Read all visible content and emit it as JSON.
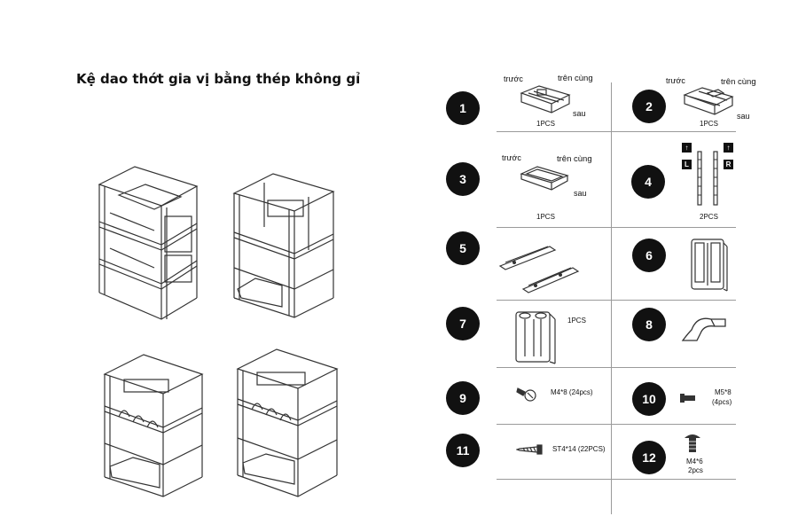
{
  "title": "Kệ dao thớt gia vị bằng thép không gỉ",
  "labels": {
    "front": "trước",
    "top": "trên cùng",
    "back": "sau",
    "left_badge": "L",
    "right_badge": "R"
  },
  "parts": [
    {
      "number": "1",
      "qty": "1PCS"
    },
    {
      "number": "2",
      "qty": "1PCS"
    },
    {
      "number": "3",
      "qty": "1PCS"
    },
    {
      "number": "4",
      "qty": "2PCS"
    },
    {
      "number": "5"
    },
    {
      "number": "6"
    },
    {
      "number": "7",
      "qty": "1PCS"
    },
    {
      "number": "8"
    },
    {
      "number": "9",
      "spec": "M4*8 (24pcs)"
    },
    {
      "number": "10",
      "spec_line1": "M5*8",
      "spec_line2": "(4pcs)"
    },
    {
      "number": "11",
      "spec": "ST4*14 (22PCS)"
    },
    {
      "number": "12",
      "spec_line1": "M4*6",
      "spec_line2": "2pcs"
    }
  ]
}
